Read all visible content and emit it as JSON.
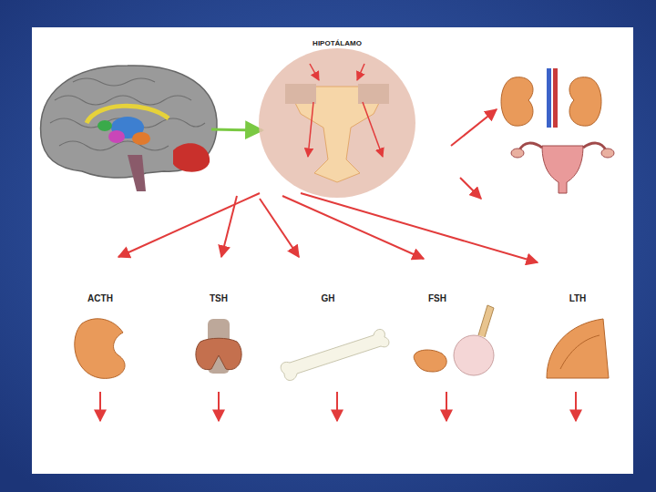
{
  "diagram": {
    "labels": [
      "HIPOTÁLAMO",
      "ACTH",
      "TSH",
      "GH",
      "FSH",
      "LTH"
    ]
  }
}
